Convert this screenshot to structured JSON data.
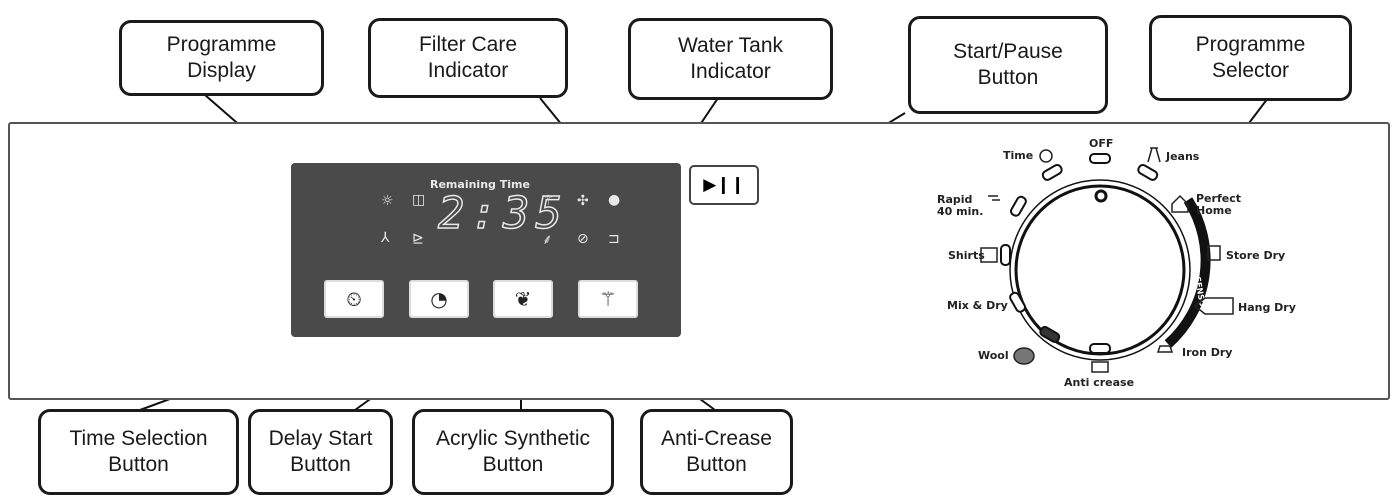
{
  "callouts": {
    "programme_display": [
      "Programme",
      "Display"
    ],
    "filter_care": [
      "Filter Care",
      "Indicator"
    ],
    "water_tank": [
      "Water Tank",
      "Indicator"
    ],
    "start_pause": [
      "Start/Pause",
      "Button"
    ],
    "programme_selector": [
      "Programme",
      "Selector"
    ],
    "time_selection": [
      "Time Selection",
      "Button"
    ],
    "delay_start": [
      "Delay Start",
      "Button"
    ],
    "acrylic_synthetic": [
      "Acrylic Synthetic",
      "Button"
    ],
    "anti_crease": [
      "Anti-Crease",
      "Button"
    ]
  },
  "display": {
    "title": "Remaining Time",
    "time": "2:35"
  },
  "controls": {
    "start_pause_symbol": "▶❙❙"
  },
  "dial": {
    "labels": {
      "off": "OFF",
      "time": "Time",
      "jeans": "Jeans",
      "rapid": [
        "Rapid",
        "40 min."
      ],
      "perfect_home": [
        "Perfect",
        "Home"
      ],
      "shirts": "Shirts",
      "store_dry": "Store Dry",
      "mix_dry": "Mix & Dry",
      "hang_dry": "Hang Dry",
      "wool": "Wool",
      "iron_dry": "Iron Dry",
      "anti_crease": "Anti crease",
      "auto_sensor": "AUTO SENSOR"
    }
  },
  "icons": [
    "clock-icon",
    "delay-clock-icon",
    "leaf-icon",
    "shirt-icon",
    "sun-icon",
    "filter-icon",
    "water-tank-icon",
    "hanger-icon"
  ]
}
